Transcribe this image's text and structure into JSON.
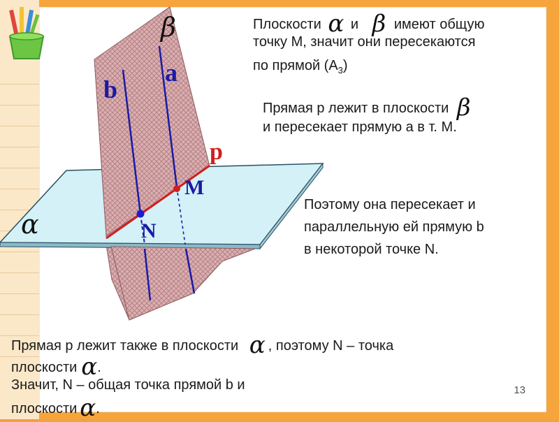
{
  "labels": {
    "beta": "β",
    "alpha": "α",
    "b": "b",
    "a": "a",
    "p": "p",
    "M": "M",
    "N": "N"
  },
  "text": {
    "t1_part1": "Плоскости",
    "t1_and": "и",
    "t1_part2": "имеют общую",
    "t1_line2": "точку М, значит они пересекаются",
    "t1_line3": "по прямой (А",
    "t1_sub": "3",
    "t1_close": ")",
    "t2_line1": "Прямая р лежит в плоскости",
    "t2_line2": "и пересекает прямую а в т. М.",
    "t3_line1": "Поэтому она пересекает и",
    "t3_line2": "параллельную ей прямую b",
    "t3_line3": "в некоторой точке N.",
    "t4_line1a": "Прямая р лежит также в плоскости",
    "t4_line1b": ", поэтому N – точка",
    "t4_line2": "плоскости",
    "t4_line2_end": ".",
    "t5_line1": "Значит, N – общая точка прямой b и",
    "t5_line2": "плоскости",
    "t5_line2_end": "."
  },
  "page_number": "13",
  "colors": {
    "frame": "#f6a53c",
    "plane_alpha_fill": "#d3f1f6",
    "plane_beta_fill": "#d9b2b4",
    "line_a_b": "#1b1aa6",
    "line_p": "#d01e1e",
    "point_M": "#d01e1e",
    "point_N": "#1d1dcf"
  }
}
